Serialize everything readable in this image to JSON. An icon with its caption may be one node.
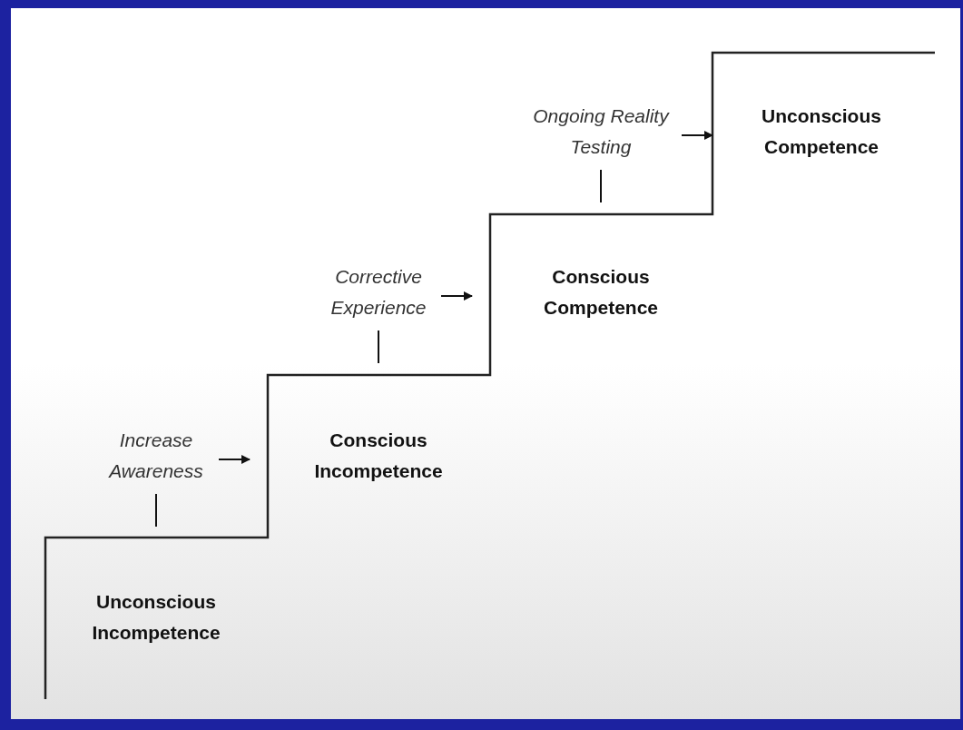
{
  "diagram": {
    "nodes": [
      {
        "text": [
          "Unconscious Incompetence"
        ]
      },
      {
        "text": [
          "Conscious Incompetence"
        ]
      },
      {
        "text": [
          "Conscious Competence"
        ]
      },
      {
        "text": [
          "Unconscious Competence"
        ]
      },
      {
        "text": [
          "Increase Awareness"
        ]
      },
      {
        "text": [
          "Corrective Experience"
        ]
      },
      {
        "text": [
          "Ongoing Reality Testing"
        ]
      }
    ],
    "edges": [
      {
        "from": 4,
        "to": null,
        "arrow": "to"
      },
      {
        "from": 4,
        "to": null,
        "arrow": "none"
      },
      {
        "from": 5,
        "to": null,
        "arrow": "to"
      },
      {
        "from": 5,
        "to": null,
        "arrow": "none"
      },
      {
        "from": 6,
        "to": null,
        "arrow": "to"
      },
      {
        "from": 6,
        "to": null,
        "arrow": "none"
      }
    ]
  }
}
